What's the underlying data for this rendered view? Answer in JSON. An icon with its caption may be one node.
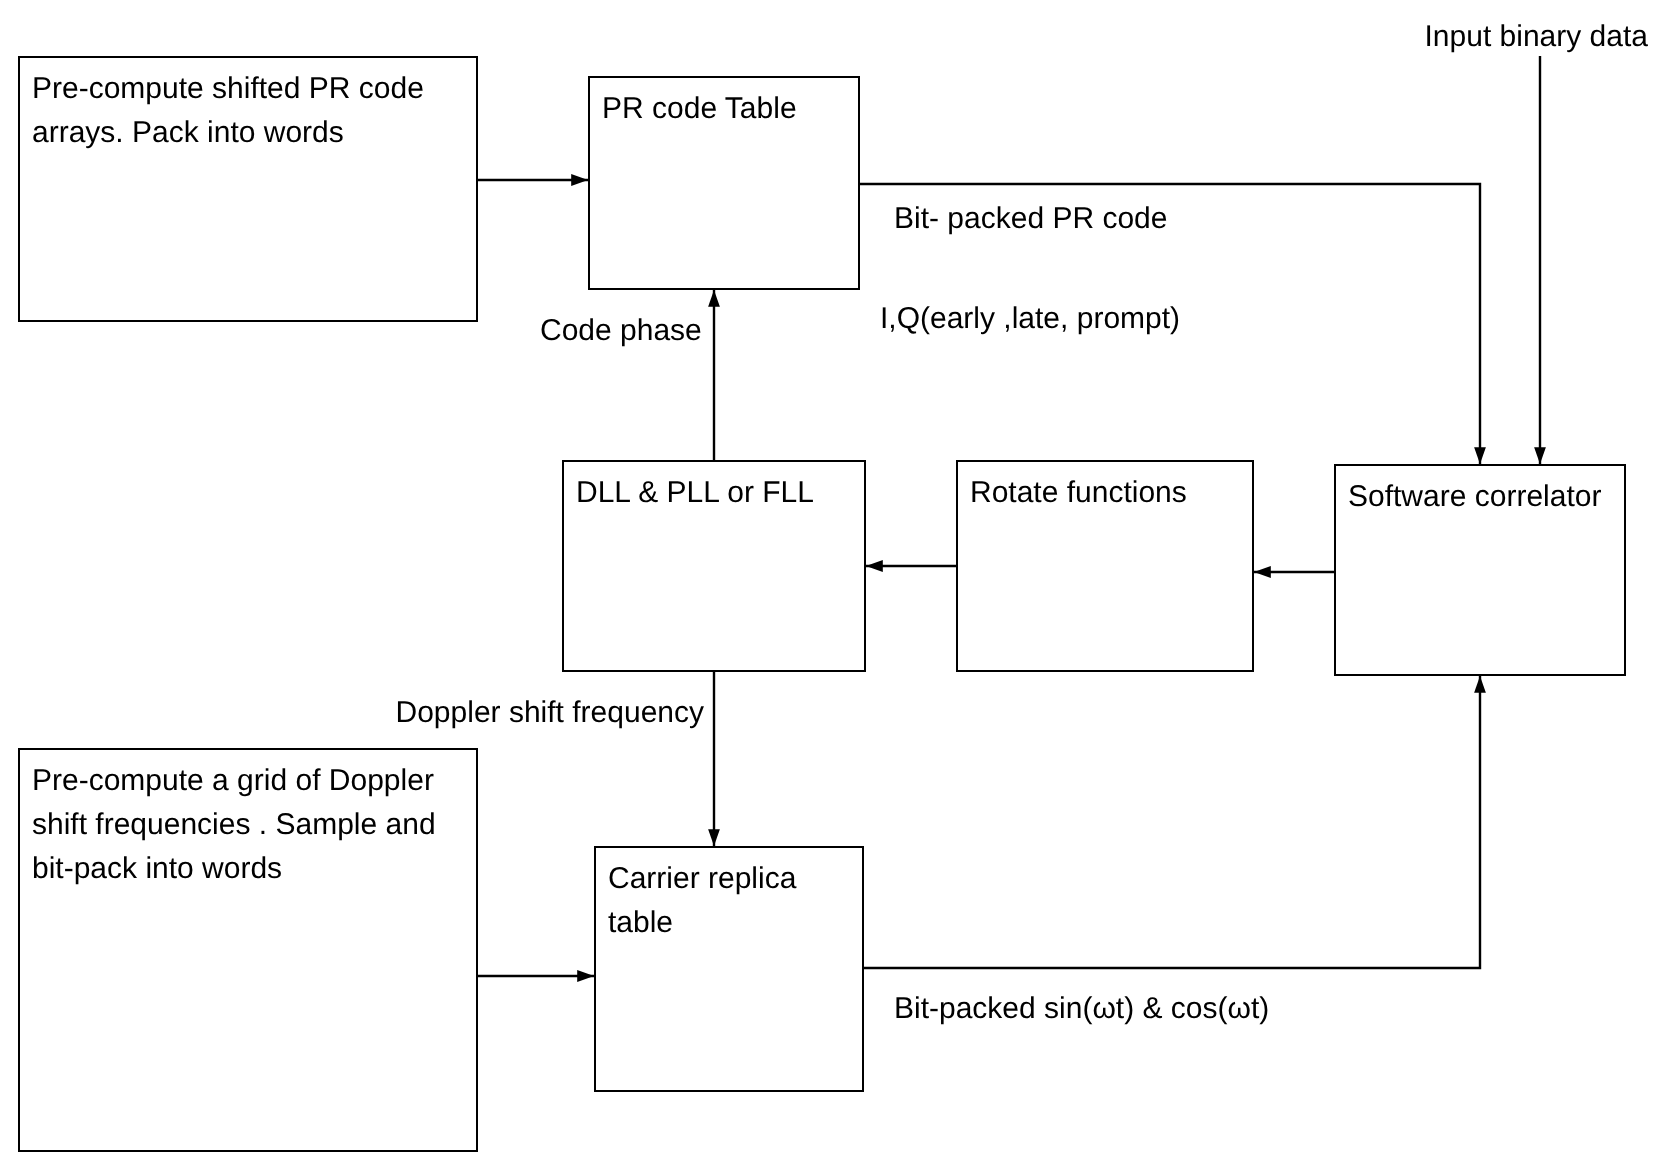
{
  "diagram": {
    "nodes": [
      {
        "text": [
          "Pre-compute shifted PR code arrays. Pack into words"
        ]
      },
      {
        "text": [
          "PR code Table"
        ]
      },
      {
        "text": [
          "Input binary data"
        ]
      },
      {
        "text": [
          "DLL & PLL or FLL"
        ]
      },
      {
        "text": [
          "Rotate functions"
        ]
      },
      {
        "text": [
          "Software correlator"
        ]
      },
      {
        "text": [
          "Pre-compute a grid of Doppler shift frequencies . Sample and bit-pack into words"
        ]
      },
      {
        "text": [
          "Carrier replica table"
        ]
      }
    ],
    "edges": [
      {
        "from": 0,
        "to": 1,
        "arrow": "to"
      },
      {
        "from": 1,
        "to": 5,
        "arrow": "to",
        "label": "Bit- packed PR code"
      },
      {
        "from": 2,
        "to": 5,
        "arrow": "to"
      },
      {
        "from": 5,
        "to": 4,
        "arrow": "to"
      },
      {
        "from": 4,
        "to": 3,
        "arrow": "to"
      },
      {
        "from": 3,
        "to": 1,
        "arrow": "to",
        "label": "Code phase"
      },
      {
        "from": 3,
        "to": 7,
        "arrow": "to",
        "label": "Doppler shift frequency"
      },
      {
        "from": 6,
        "to": 7,
        "arrow": "to"
      },
      {
        "from": 7,
        "to": 5,
        "arrow": "to",
        "label": "Bit-packed sin(ωt) & cos(ωt)"
      }
    ],
    "labels": [
      "I,Q(early ,late, prompt)"
    ]
  }
}
